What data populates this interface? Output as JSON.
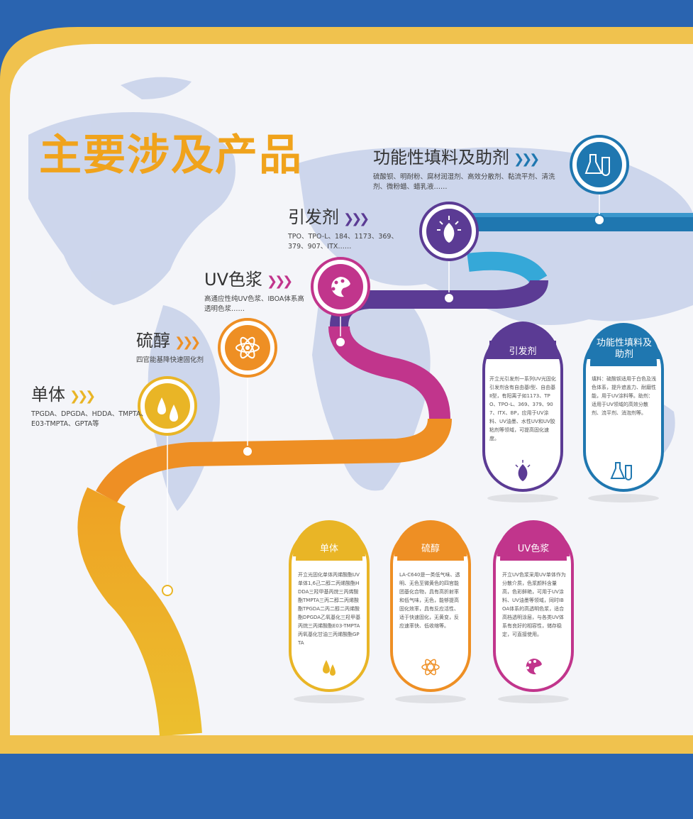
{
  "page_title": "主要涉及产品",
  "categories": [
    {
      "title": "单体",
      "desc": "TPGDA、DPGDA、HDDA、TMPTA、E03-TMPTA、GPTA等"
    },
    {
      "title": "硫醇",
      "desc": "四官能基降快速固化剂"
    },
    {
      "title": "UV色浆",
      "desc": "高通应性纯UV色浆、IBOA体系高透明色浆……"
    },
    {
      "title": "引发剂",
      "desc": "TPO、TPO-L、184、1173、369、379、907、ITX……"
    },
    {
      "title": "功能性填料及助剂",
      "desc": "硫酸钡、明耐粉、腐材润湿剂、高效分散剂、黏流平剂、清洗剂、微粉蜡、蜡乳液……"
    }
  ],
  "cards": [
    {
      "title": "引发剂",
      "body": "开立光引发剂一系列UV光固化引发剂含有自由基Ⅰ型、自由基Ⅱ型，有阳离子如1173、TPO、TPO-L、369、379、907、ITX、BP，应用于UV涂料、UV油墨、水性UV和UV胶粘剂等领域，可提高固化速度。"
    },
    {
      "title": "功能性填料及助剂",
      "body": "填料：硫酸钡适用于白色及浅色体系，提升遮盖力、耐磨性能，用于UV涂料等。助剂：适用于UV领域的高效分散剂、流平剂、消泡剂等。"
    },
    {
      "title": "单体",
      "body": "开立光固化单体丙烯酸酯UV单体1,6己二醇二丙烯酸酯HDDA三羟甲基丙烷三丙烯酸酯TMPTA三丙二醇二丙烯酸酯TPGDA二丙二醇二丙烯酸酯DPGDA乙氧基化三羟甲基丙烷三丙烯酸酯E03-TMPTA丙氧基化甘油三丙烯酸酯GPTA"
    },
    {
      "title": "硫醇",
      "body": "LA-C640是一类低气味、透明、无色至微黄色的四官能团基化合物，具有高折射率和低气味，无色，能够提高固化效率，具有反应活性、适于快速固化，无黄变，反应速率快、低收缩等。"
    },
    {
      "title": "UV色浆",
      "body": "开立UV色浆采用UV单体作为分散介质，色浆颜料含量高，色彩鲜艳，可用于UV涂料、UV油墨等领域，同时IBOA体系的高透明色浆，适合高档透明涂层，与各类UV体系有良好的相容性，储存稳定，可直接使用。"
    }
  ],
  "icons": [
    "drops-icon",
    "atom-icon",
    "palette-icon",
    "bulb-icon",
    "flask-icon"
  ],
  "colors": {
    "yellow": "#e9b526",
    "orange": "#ee8f24",
    "magenta": "#c1358c",
    "purple": "#5b3b94",
    "skyblue": "#35a8d8",
    "blue": "#1f77b0",
    "frame_blue": "#2a64b0",
    "frame_yellow": "#f0c24e"
  }
}
